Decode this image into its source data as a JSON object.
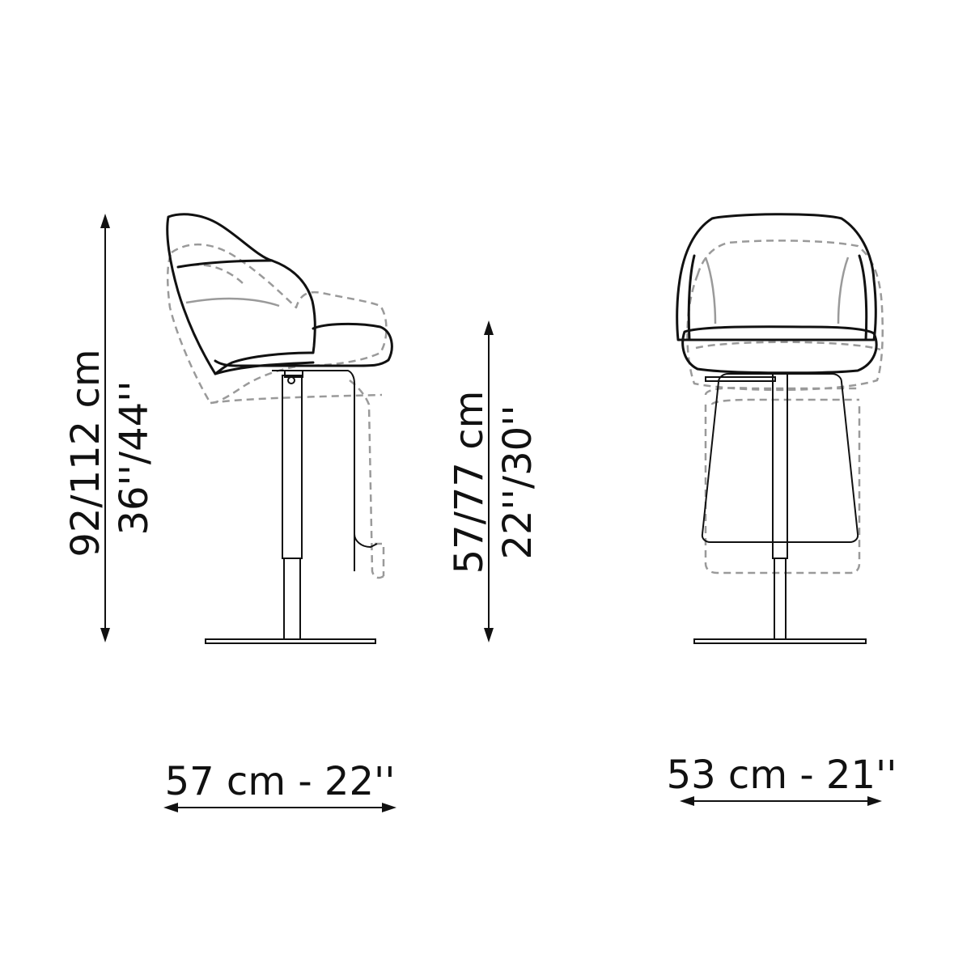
{
  "dimensions": {
    "side_total_height_cm": "92/112 cm",
    "side_total_height_in": "36''/44''",
    "seat_height_cm": "57/77 cm",
    "seat_height_in": "22''/30''",
    "side_depth": "57 cm - 22''",
    "front_width": "53 cm - 21''"
  },
  "colors": {
    "line": "#111111",
    "dashed_alt_position": "#9a9a9a",
    "background": "#ffffff"
  }
}
